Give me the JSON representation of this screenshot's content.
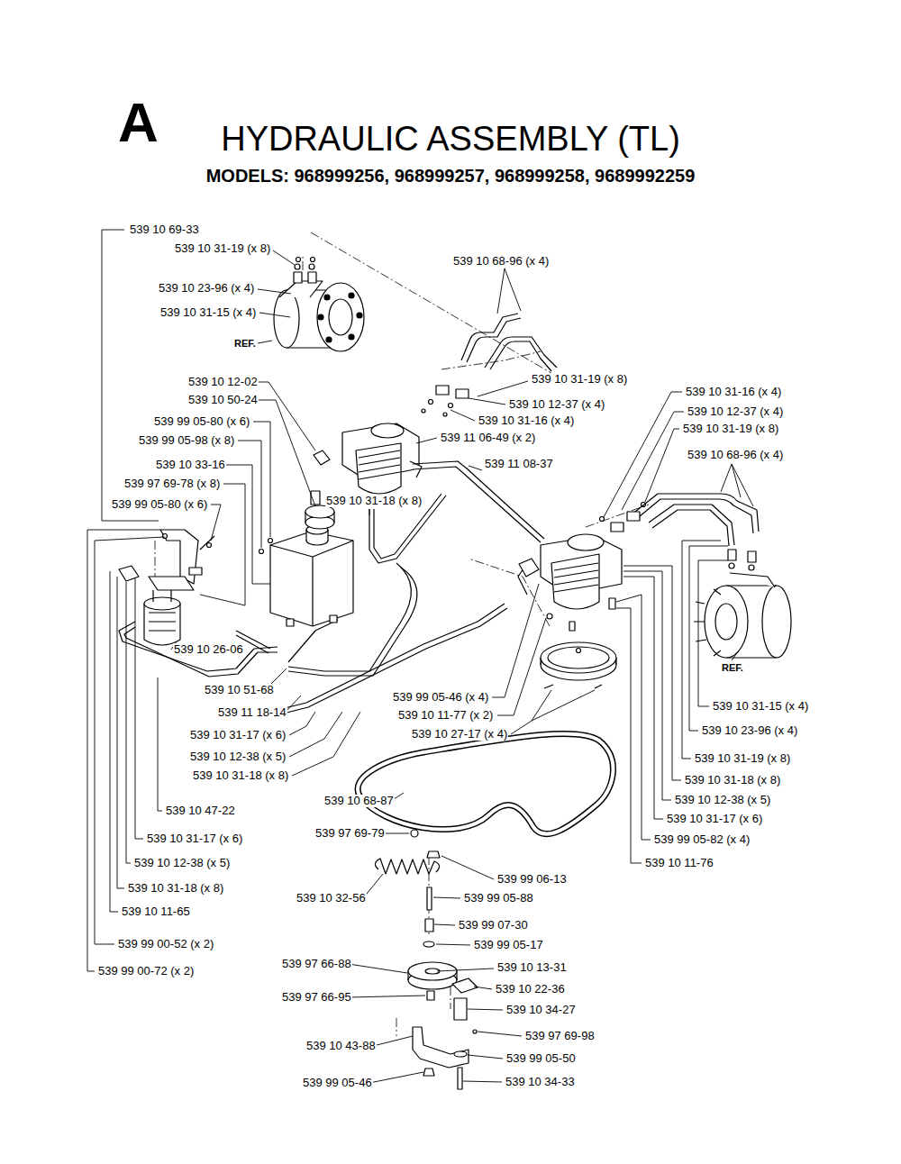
{
  "diagram": {
    "title": "HYDRAULIC ASSEMBLY (TL)",
    "labels": [
      "A",
      "MODELS: 968999256, 968999257, 968999258, 9689992259",
      "539 10 69-33",
      "539 10 31-19 (x 8)",
      "539 10 68-96 (x 4)",
      "539 10 23-96 (x 4)",
      "539 10 31-15 (x 4)",
      "REF.",
      "539 10 31-19 (x 8)",
      "539 10 12-02",
      "539 10 12-37 (x 4)",
      "539 10 50-24",
      "539 10 31-16 (x 4)",
      "539 10 12-37 (x 4)",
      "539 10 31-19 (x 8)",
      "539 10 31-16 (x 4)",
      "539 99 05-80 (x 6)",
      "539 11 06-49 (x 2)",
      "539 99 05-98 (x 8)",
      "539 10 68-96 (x 4)",
      "539 10 33-16",
      "539 11 08-37",
      "539 97 69-78 (x 8)",
      "539 10 31-18 (x 8)",
      "539 99 05-80 (x 6)",
      "539 10 26-06",
      "REF.",
      "539 10 51-68",
      "539 99 05-46 (x 4)",
      "539 10 31-15 (x 4)",
      "539 11 18-14",
      "539 10 11-77 (x 2)",
      "539 10 23-96 (x 4)",
      "539 10 31-17 (x 6)",
      "539 10 27-17 (x 4)",
      "539 10 12-38 (x 5)",
      "539 10 31-19 (x 8)",
      "539 10 31-18 (x 8)",
      "539 10 31-18 (x 8)",
      "539 10 68-87",
      "539 10 12-38 (x 5)",
      "539 10 47-22",
      "539 10 31-17 (x 6)",
      "539 97 69-79",
      "539 10 31-17 (x 6)",
      "539 99 05-82 (x 4)",
      "539 10 12-38 (x 5)",
      "539 10 11-76",
      "539 99 06-13",
      "539 10 31-18 (x 8)",
      "539 10 32-56",
      "539 99 05-88",
      "539 10 11-65",
      "539 99 07-30",
      "539 99 00-52 (x 2)",
      "539 99 05-17",
      "539 97 66-88",
      "539 10 13-31",
      "539 99 00-72 (x 2)",
      "539 10 22-36",
      "539 97 66-95",
      "539 10 34-27",
      "539 97 69-98",
      "539 10 43-88",
      "539 99 05-50",
      "539 99 05-46",
      "539 10 34-33"
    ]
  }
}
